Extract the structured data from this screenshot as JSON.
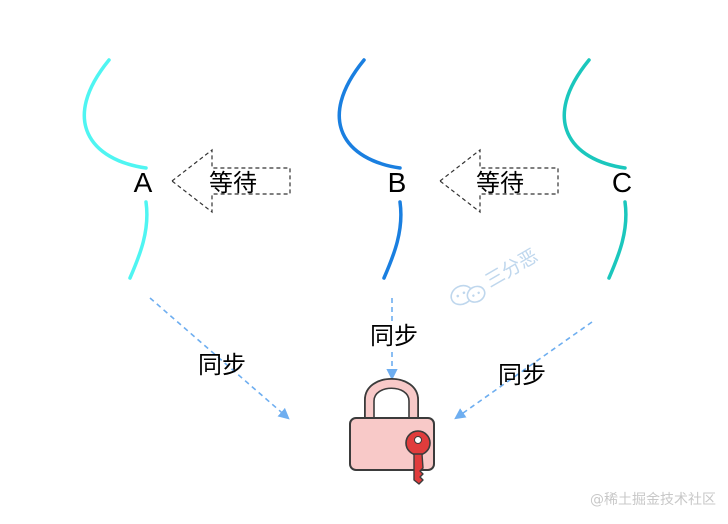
{
  "threads": [
    {
      "label": "A",
      "color": "#4ff5f2"
    },
    {
      "label": "B",
      "color": "#1a7fe0"
    },
    {
      "label": "C",
      "color": "#1bc7bd"
    }
  ],
  "wait_label": "等待",
  "sync_label": "同步",
  "watermark": "三分恶",
  "footer": "@稀土掘金技术社区",
  "colors": {
    "arrow": "#6eaef0",
    "lock_body": "#f8c9c8",
    "lock_outline": "#3b3b3b",
    "key": "#e03c3c"
  },
  "icons": [
    "lock-icon",
    "key-icon",
    "wechat-icon"
  ]
}
